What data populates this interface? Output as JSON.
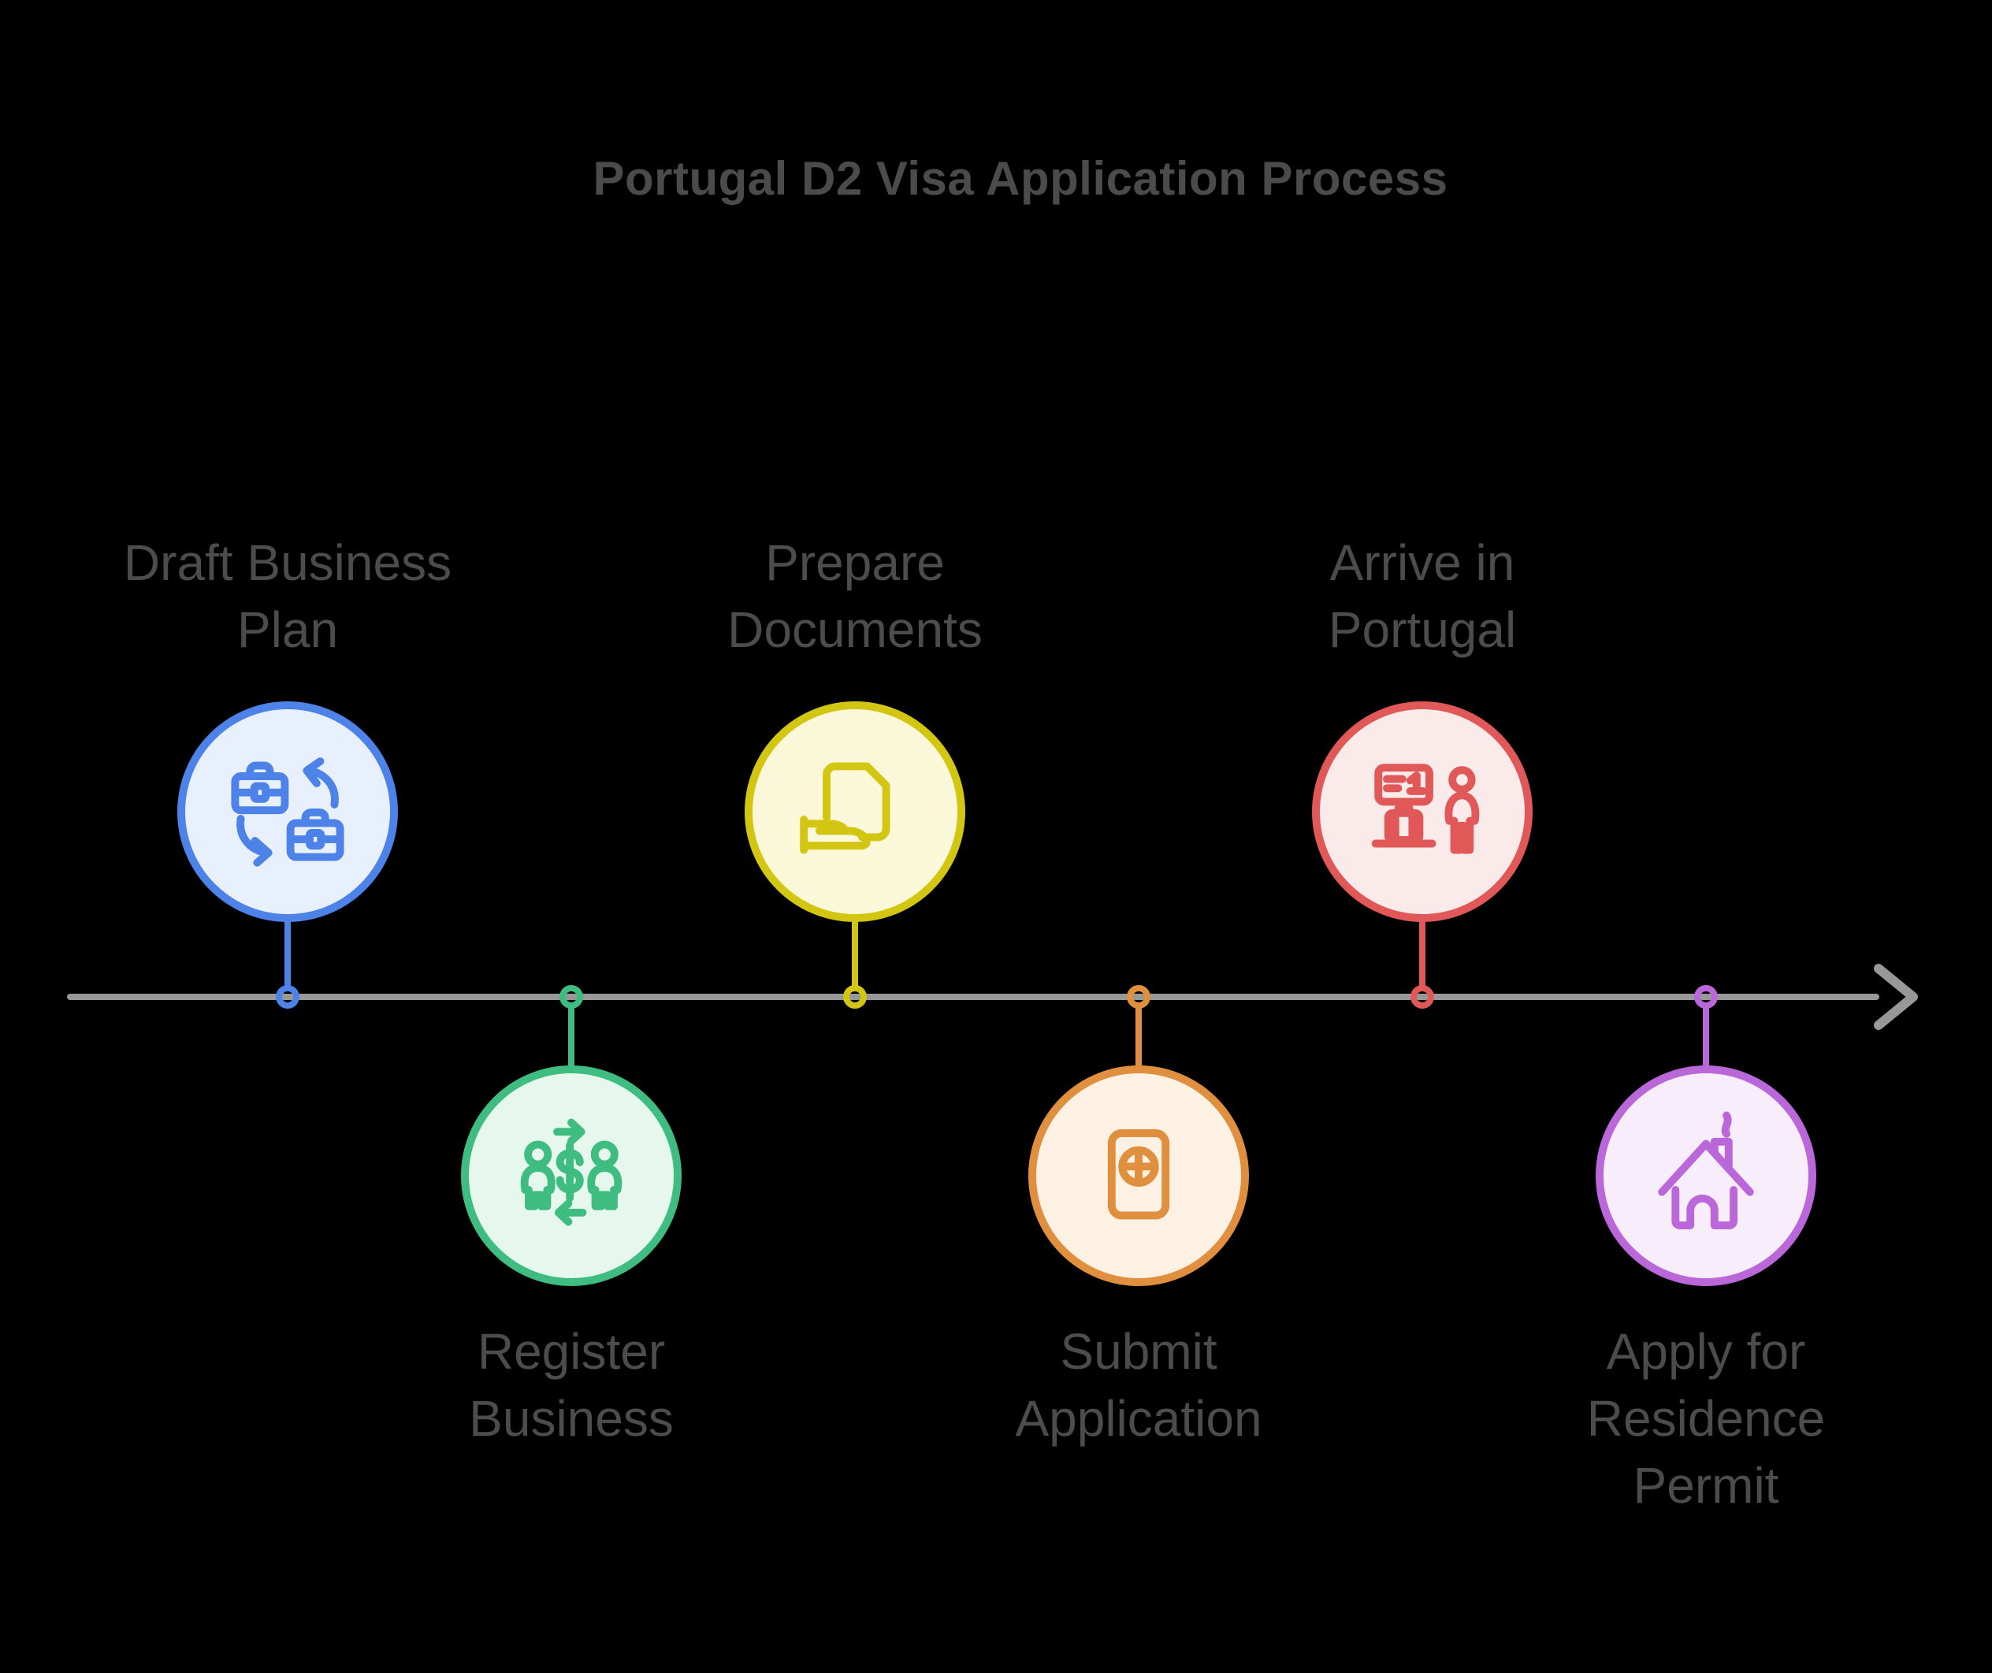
{
  "title": "Portugal D2 Visa Application Process",
  "timeline": {
    "color": "#989898",
    "direction": "left-to-right"
  },
  "text_color": "#4c4c4c",
  "steps": [
    {
      "label": "Draft Business\nPlan",
      "icon": "briefcase-exchange-icon",
      "color": "#4d82e8",
      "fill": "#e9f0fd",
      "position": "above"
    },
    {
      "label": "Register\nBusiness",
      "icon": "people-transaction-icon",
      "color": "#3fbd81",
      "fill": "#e6f8ee",
      "position": "below"
    },
    {
      "label": "Prepare\nDocuments",
      "icon": "document-hand-icon",
      "color": "#d3c613",
      "fill": "#fbf8da",
      "position": "above"
    },
    {
      "label": "Submit\nApplication",
      "icon": "passport-icon",
      "color": "#df8f3e",
      "fill": "#fcf1e3",
      "position": "below"
    },
    {
      "label": "Arrive in\nPortugal",
      "icon": "arrival-luggage-icon",
      "color": "#e05858",
      "fill": "#fbeaea",
      "position": "above"
    },
    {
      "label": "Apply for\nResidence\nPermit",
      "icon": "house-icon",
      "color": "#ba67da",
      "fill": "#f8eefb",
      "position": "below"
    }
  ]
}
